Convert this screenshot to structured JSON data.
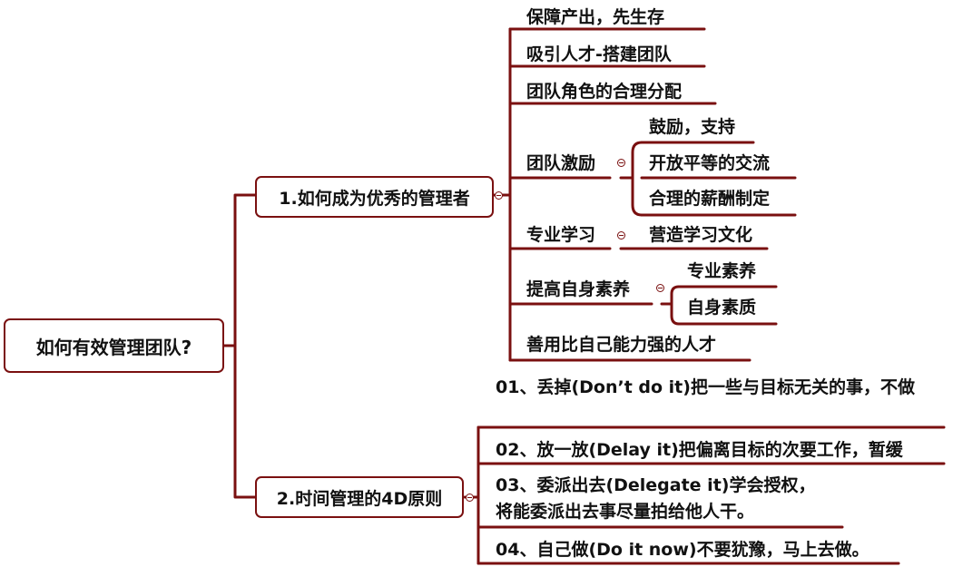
{
  "colors": {
    "line": "#7a1010",
    "text": "#111111",
    "background": "#ffffff"
  },
  "root": {
    "label": "如何有效管理团队?"
  },
  "branch1": {
    "label": "1.如何成为优秀的管理者",
    "items": [
      {
        "label": "保障产出，先生存"
      },
      {
        "label": "吸引人才-搭建团队"
      },
      {
        "label": "团队角色的合理分配"
      },
      {
        "label": "团队激励",
        "children": [
          "鼓励，支持",
          "开放平等的交流",
          "合理的薪酬制定"
        ]
      },
      {
        "label": "专业学习",
        "children": [
          "营造学习文化"
        ]
      },
      {
        "label": "提高自身素养",
        "children": [
          "专业素养",
          "自身素质"
        ]
      },
      {
        "label": "善用比自己能力强的人才"
      }
    ]
  },
  "branch2": {
    "label": "2.时间管理的4D原则",
    "items": [
      {
        "label": "01、丢掉(Don’t do it)把一些与目标无关的事，不做"
      },
      {
        "label": "02、放一放(Delay it)把偏离目标的次要工作，暂缓"
      },
      {
        "label": "03、委派出去(Delegate it)学会授权，将能委派出去事尽量拍给他人干。"
      },
      {
        "label": "04、自己做(Do it now)不要犹豫，马上去做。"
      }
    ]
  }
}
